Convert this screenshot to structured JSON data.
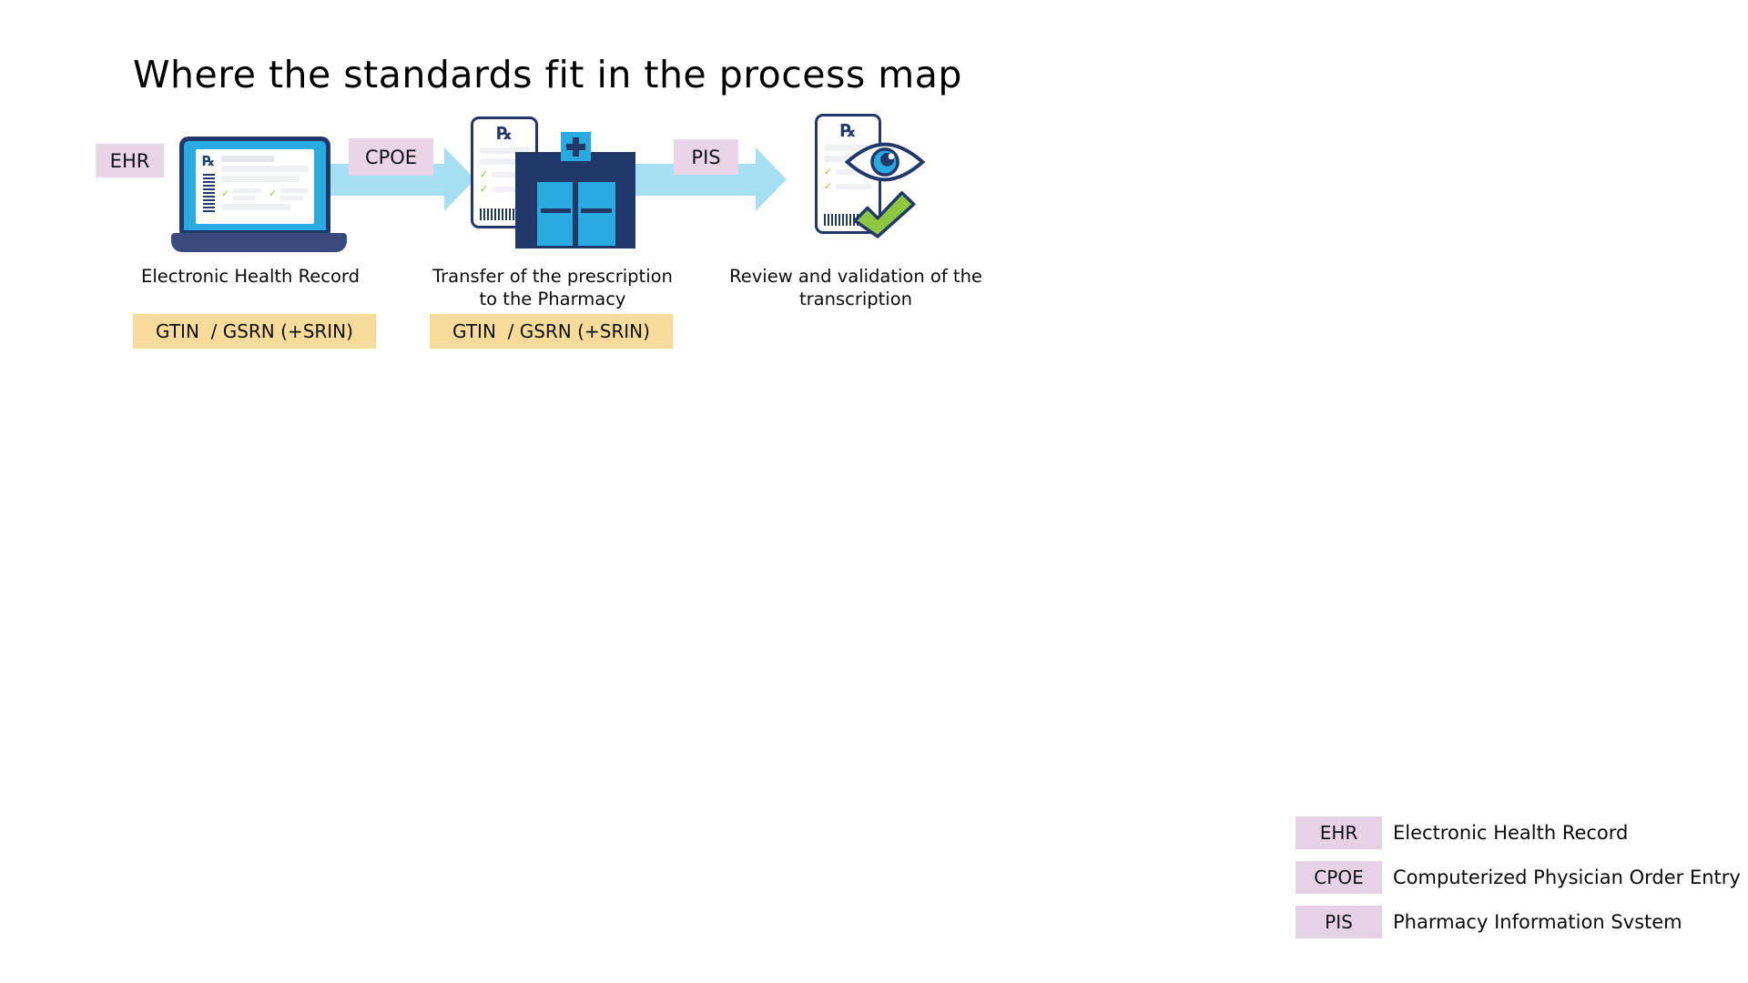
{
  "title": "Where the standards fit in the process map",
  "flow": {
    "ehr_badge": "EHR",
    "cpoe_badge": "CPOE",
    "pis_badge": "PIS",
    "step1_caption": "Electronic Health Record",
    "step2_caption_line1": "Transfer of the prescription",
    "step2_caption_line2": "to the Pharmacy",
    "step3_caption_line1": "Review and validation of the",
    "step3_caption_line2": "transcription",
    "gtin_badge_1": "GTIN  / GSRN (+SRIN)",
    "gtin_badge_2": "GTIN  / GSRN (+SRIN)"
  },
  "icons": {
    "rx": "℞",
    "check": "✓"
  },
  "legend": {
    "items": [
      {
        "abbr": "EHR",
        "label": "Electronic Health Record"
      },
      {
        "abbr": "CPOE",
        "label": "Computerized Physician Order Entry"
      },
      {
        "abbr": "PIS",
        "label": "Pharmacy Information Svstem"
      }
    ]
  },
  "colors": {
    "navy": "#21386B",
    "cyan": "#29ABE2",
    "arrow_blue": "#A6DFF1",
    "badge_pink": "#E9D4E8",
    "badge_yellow": "#F7DB9B",
    "check_green": "#8DC63F"
  }
}
